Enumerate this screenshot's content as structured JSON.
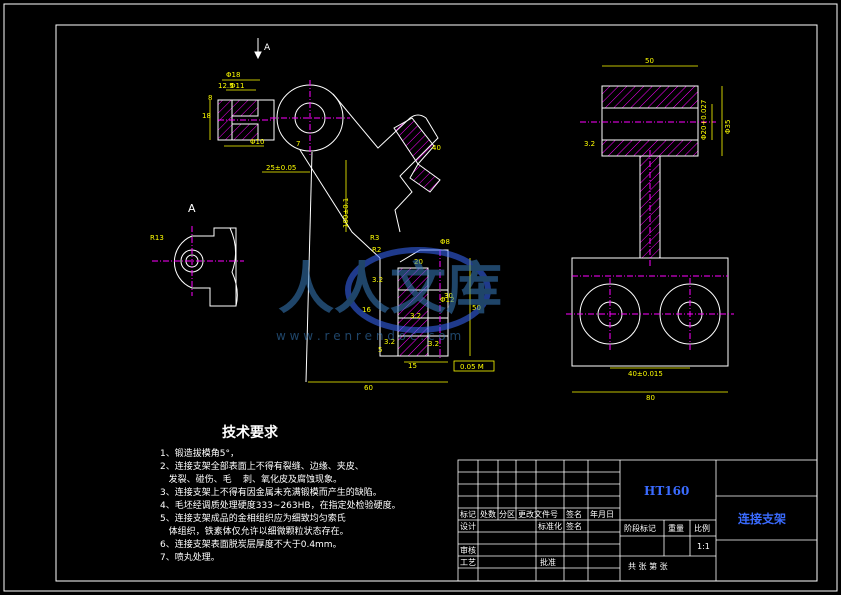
{
  "view_label": "A",
  "view_label_2": "A",
  "dims_left": {
    "d1": "Φ18",
    "d2": "Φ11",
    "d3": "18",
    "d4": "8",
    "d5": "12.5",
    "d6": "Φ10",
    "d7": "25±0.05",
    "d8": "7",
    "d9": "40",
    "d10": "100±0.1",
    "d11": "R2",
    "d12": "R3",
    "d13": "3.2",
    "d14": "20",
    "d15": "Φ8",
    "d16": "3.2",
    "d17": "Φ12",
    "d18": "3.2",
    "d19": "30",
    "d20": "50",
    "d21": "15",
    "d22": "3.2",
    "d23": "16",
    "d24": "5",
    "d25": "60",
    "gdt": "0.05 M",
    "r13": "R13"
  },
  "dims_right": {
    "top": "50",
    "h1": "Φ20+0.027",
    "h2": "Φ35",
    "h3": "3.2",
    "b1": "40±0.015",
    "b2": "80"
  },
  "notes": {
    "title": "技术要求",
    "items": [
      "1、锻造拔模角5°，",
      "2、连接支架全部表面上不得有裂缝、边缘、夹皮、",
      "   发裂、碰伤、毛    刺、氧化皮及腐蚀现象。",
      "3、连接支架上不得有因金属未充满锻模而产生的缺陷。",
      "4、毛坯经调质处理硬度333~263HB，在指定处检验硬度。",
      "5、连接支架成品的金相组织应为细致均匀索氏",
      "   体组织，铁素体仅允许以细微颗粒状态存在。",
      "6、连接支架表面脱炭层厚度不大于0.4mm。",
      "7、喷丸处理。"
    ]
  },
  "title_block": {
    "material": "HT160",
    "part_name": "连接支架",
    "hdr_mark": "标记",
    "hdr_count": "处数",
    "hdr_zone": "分区",
    "hdr_doc": "更改文件号",
    "hdr_sign": "签名",
    "hdr_date": "年月日",
    "design": "设计",
    "standard": "标准化",
    "sign2": "签名",
    "stage": "阶段标记",
    "weight": "重量",
    "ratio": "比例",
    "scale": "1:1",
    "review": "审核",
    "process": "工艺",
    "approve": "批准",
    "total_sheets": "共  张  第  张"
  },
  "watermark": {
    "text": "人人文库",
    "url": "w w w . r e n r e n d o c . c o m"
  },
  "colors": {
    "outline": "#ffffff",
    "dimension": "#ffff00",
    "centerline": "#ff00ff",
    "hatch": "#ff00ff",
    "accent": "#3a6bff"
  }
}
